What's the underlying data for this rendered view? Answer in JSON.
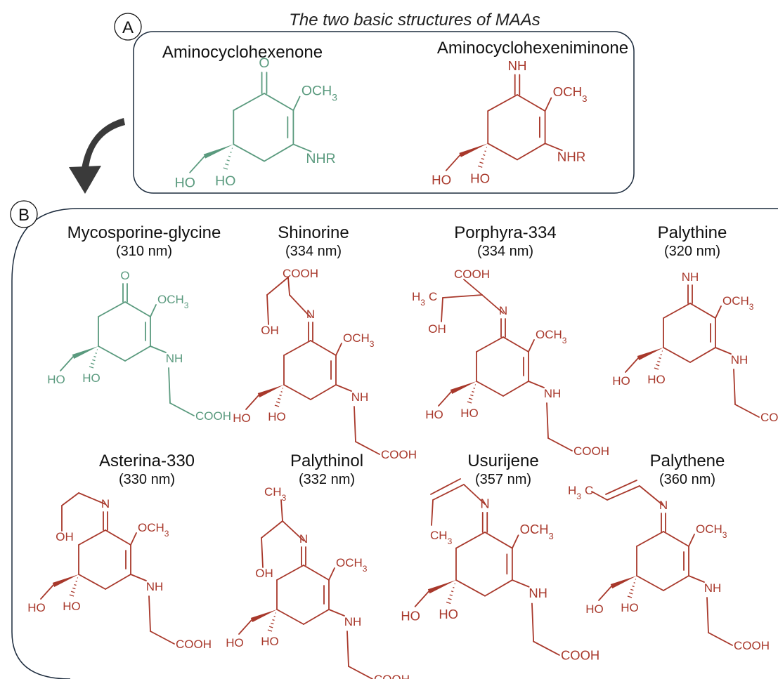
{
  "figure_title": "The two basic structures of MAAs",
  "panel_a": {
    "badge": "A",
    "structures": [
      {
        "name": "Aminocyclohexenone"
      },
      {
        "name": "Aminocyclohexeniminone"
      }
    ]
  },
  "panel_b": {
    "badge": "B",
    "compounds": [
      {
        "name": "Mycosporine-glycine",
        "wavelength": "(310 nm)"
      },
      {
        "name": "Shinorine",
        "wavelength": "(334 nm)"
      },
      {
        "name": "Porphyra-334",
        "wavelength": "(334 nm)"
      },
      {
        "name": "Palythine",
        "wavelength": "(320 nm)"
      },
      {
        "name": "Asterina-330",
        "wavelength": "(330 nm)"
      },
      {
        "name": "Palythinol",
        "wavelength": "(332 nm)"
      },
      {
        "name": "Usurijene",
        "wavelength": "(357 nm)"
      },
      {
        "name": "Palythene",
        "wavelength": "(360 nm)"
      }
    ]
  },
  "labels": {
    "O": "O",
    "NH": "NH",
    "N": "N",
    "NHR": "NHR",
    "OCH": "OCH",
    "three": "3",
    "HO": "HO",
    "OH": "OH",
    "COOH": "COOH",
    "CH": "CH",
    "H": "H",
    "C": "C"
  },
  "colors": {
    "green": "#5a9a7e",
    "red": "#a8382b",
    "frame": "#1c2b3d",
    "arrow": "#3a3a3a"
  }
}
